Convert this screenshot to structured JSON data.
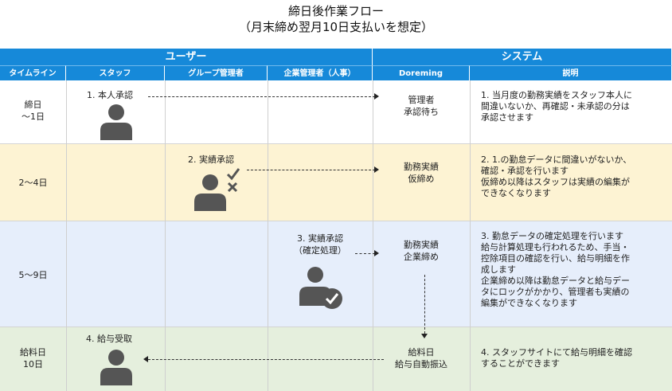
{
  "title": {
    "line1": "締日後作業フロー",
    "line2": "（月末締め翌月10日支払いを想定）"
  },
  "groups": {
    "user": "ユーザー",
    "system": "システム"
  },
  "columns": {
    "timeline": "タイムライン",
    "staff": "スタッフ",
    "group_manager": "グループ管理者",
    "company_manager": "企業管理者（人事）",
    "doreming": "Doreming",
    "description": "説明"
  },
  "colors": {
    "header": "#1689d9",
    "row1": "#ffffff",
    "row2": "#fdf3d3",
    "row3": "#e6eefb",
    "row4": "#e5efdd",
    "icon": "#555555"
  },
  "rows": [
    {
      "timeline": [
        "締日",
        "〜1日"
      ],
      "actor_label": "1. 本人承認",
      "actor_icon": "person-icon",
      "system": [
        "管理者",
        "承認待ち"
      ],
      "description": [
        "1. 当月度の勤務実績をスタッフ本人に",
        "間違いないか、再確認・未承認の分は",
        "承認させます"
      ]
    },
    {
      "timeline": [
        "2〜4日"
      ],
      "actor_label": "2. 実績承認",
      "actor_icon": "person-check-x-icon",
      "system": [
        "勤務実績",
        "仮締め"
      ],
      "description": [
        "2. 1.の勤怠データに間違いがないか、",
        "確認・承認を行います",
        "仮締め以降はスタッフは実績の編集が",
        "できなくなります"
      ]
    },
    {
      "timeline": [
        "5〜9日"
      ],
      "actor_label": [
        "3. 実績承認",
        "（確定処理）"
      ],
      "actor_icon": "person-checkmark-circle-icon",
      "system": [
        "勤務実績",
        "企業締め"
      ],
      "description": [
        "3. 勤怠データの確定処理を行います",
        "給与計算処理も行われるため、手当・",
        "控除項目の確認を行い、給与明細を作",
        "成します",
        "企業締め以降は勤怠データと給与デー",
        "タにロックがかかり、管理者も実績の",
        "編集ができなくなります"
      ]
    },
    {
      "timeline": [
        "給料日",
        "10日"
      ],
      "actor_label": "4. 給与受取",
      "actor_icon": "person-icon",
      "system": [
        "給料日",
        "給与自動振込"
      ],
      "description": [
        "4. スタッフサイトにて給与明細を確認",
        "することができます"
      ]
    }
  ]
}
